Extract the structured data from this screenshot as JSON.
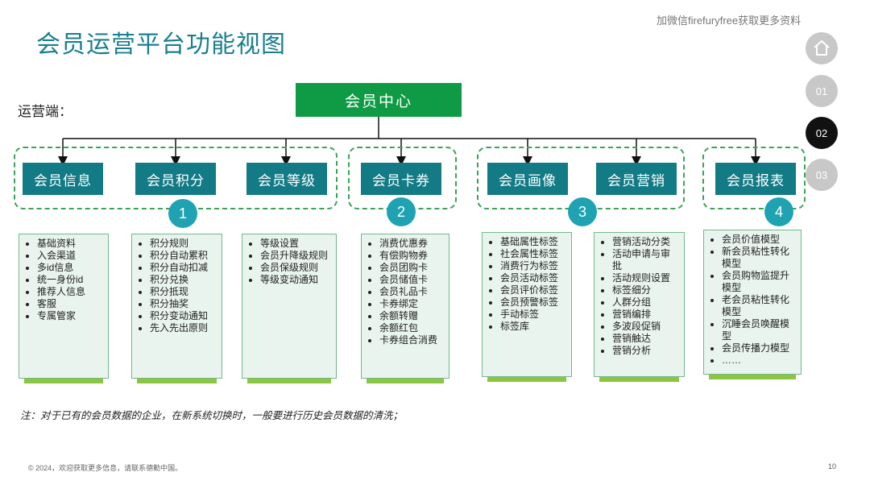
{
  "title": "会员运营平台功能视图",
  "watermark": "加微信firefuryfree获取更多资料",
  "side_label": "运营端：",
  "center": {
    "label": "会员中心"
  },
  "categories": [
    {
      "label": "会员信息"
    },
    {
      "label": "会员积分"
    },
    {
      "label": "会员等级"
    },
    {
      "label": "会员卡券"
    },
    {
      "label": "会员画像"
    },
    {
      "label": "会员营销"
    },
    {
      "label": "会员报表"
    }
  ],
  "badges": [
    "1",
    "2",
    "3",
    "4"
  ],
  "lists": [
    [
      "基础资料",
      "入会渠道",
      "多id信息",
      "统一身份id",
      "推荐人信息",
      "客服",
      "专属管家"
    ],
    [
      "积分规则",
      "积分自动累积",
      "积分自动扣减",
      "积分兑换",
      "积分抵现",
      "积分抽奖",
      "积分变动通知",
      "先入先出原则"
    ],
    [
      "等级设置",
      "会员升降级规则",
      "会员保级规则",
      "等级变动通知"
    ],
    [
      "消费优惠券",
      "有偿购物券",
      "会员团购卡",
      "会员储值卡",
      "会员礼品卡",
      "卡券绑定",
      "余额转赠",
      "余额红包",
      "卡券组合消费"
    ],
    [
      "基础属性标签",
      "社会属性标签",
      "消费行为标签",
      "会员活动标签",
      "会员评价标签",
      "会员预警标签",
      "手动标签",
      "标签库"
    ],
    [
      "营销活动分类",
      "活动申请与审批",
      "活动规则设置",
      "标签细分",
      "人群分组",
      "营销编排",
      "多波段促销",
      "营销触达",
      "营销分析"
    ],
    [
      "会员价值模型",
      "新会员粘性转化模型",
      "会员购物监提升模型",
      "老会员粘性转化模型",
      "沉睡会员唤醒模型",
      "会员传播力模型",
      "……"
    ]
  ],
  "note": "注：对于已有的会员数据的企业，在新系统切换时，一般要进行历史会员数据的清洗；",
  "footer": "© 2024，欢迎获取更多信息，请联系德勤中国。",
  "page_number": "10",
  "nav": [
    "01",
    "02",
    "03"
  ],
  "colors": {
    "accent": "#0f9b45",
    "category": "#137b85",
    "badge": "#1fa3b2",
    "title": "#1a7f8e"
  }
}
